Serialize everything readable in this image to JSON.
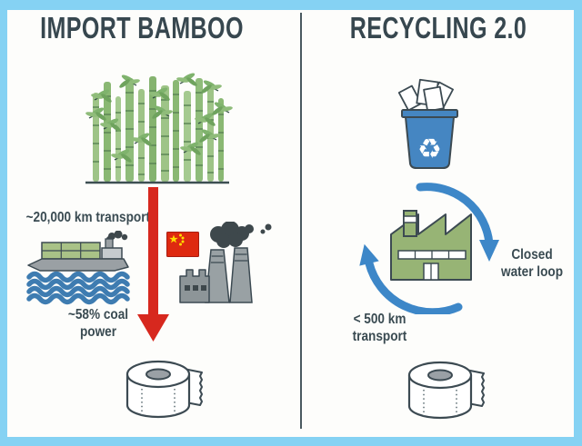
{
  "frame": {
    "border_color": "#85d2f3",
    "background": "#fdfdfb",
    "divider_color": "#4a5a60"
  },
  "left_panel": {
    "title": "IMPORT BAMBOO",
    "transport_label": "~20,000 km transport",
    "coal_label": {
      "line1": "~58% coal",
      "line2": "power"
    },
    "icons": {
      "bamboo_forest": "bamboo-forest-icon",
      "cargo_ship": "cargo-ship-icon",
      "china_flag": "china-flag-icon",
      "coal_plant": "coal-power-plant-icon",
      "down_arrow": "red-down-arrow-icon",
      "toilet_roll": "toilet-paper-roll-icon"
    }
  },
  "right_panel": {
    "title": "RECYCLING 2.0",
    "water_loop_label": {
      "line1": "Closed",
      "line2": "water loop"
    },
    "transport_label": {
      "line1": "< 500 km",
      "line2": "transport"
    },
    "recycle_glyph": "♻",
    "icons": {
      "recycling_bin": "recycling-bin-icon",
      "green_factory": "green-factory-icon",
      "loop_arrows": "circular-arrows-icon",
      "toilet_roll": "toilet-paper-roll-icon"
    }
  },
  "colors": {
    "heading_text": "#37474f",
    "label_text": "#3a4b52",
    "arrow_red": "#d7281e",
    "flag_red": "#de2910",
    "flag_yellow": "#ffde00",
    "water_blue": "#3e7cb1",
    "loop_blue": "#3d87c8",
    "bin_blue": "#4586c2",
    "factory_green": "#97b475",
    "container_green": "#a9c287",
    "bamboo_green": "#8ab873",
    "smoke_dark": "#3e484c",
    "plant_gray": "#99a1a4"
  }
}
